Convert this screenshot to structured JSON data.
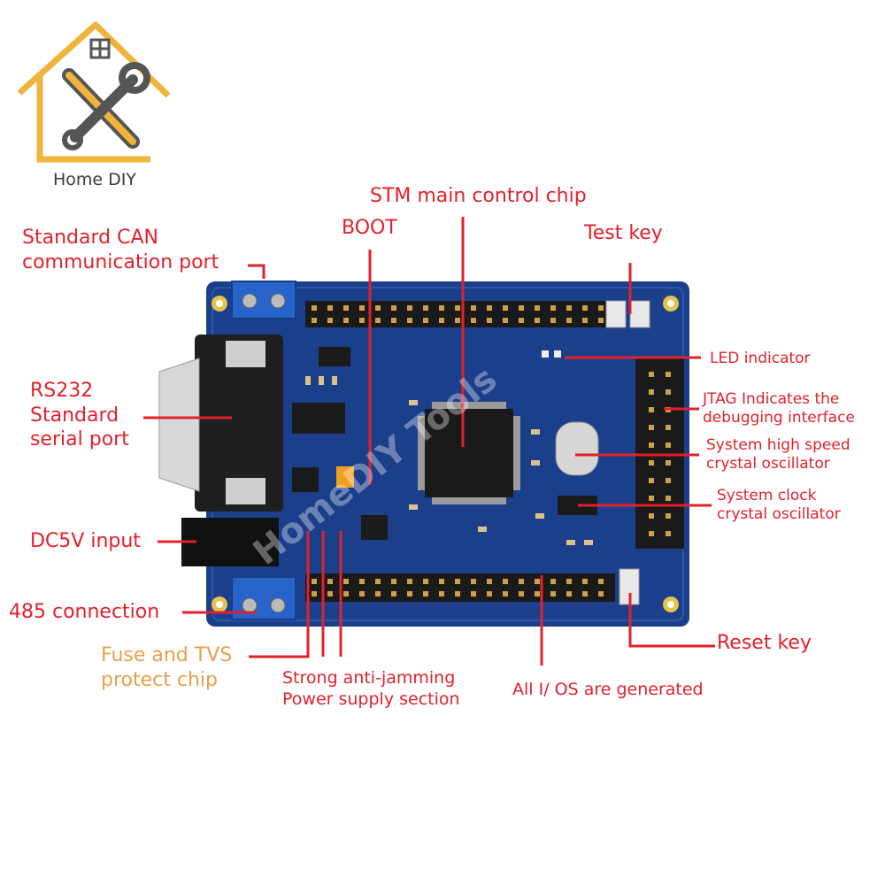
{
  "logo": {
    "text": "Home DIY",
    "icon": "house-tools-icon"
  },
  "watermark": "HomeDIY Tools",
  "labels": {
    "stm_chip": "STM main control chip",
    "boot": "BOOT",
    "test_key": "Test key",
    "can_line1": "Standard CAN",
    "can_line2": "communication port",
    "rs232_line1": "RS232",
    "rs232_line2": "Standard",
    "rs232_line3": "serial port",
    "dc5v": "DC5V input",
    "rs485": "485 connection",
    "fuse_line1": "Fuse and TVS",
    "fuse_line2": "protect chip",
    "antijam_line1": "Strong anti-jamming",
    "antijam_line2": "Power supply section",
    "all_io": "All I/ OS are generated",
    "reset_key": "Reset key",
    "led": "LED indicator",
    "jtag_line1": "JTAG Indicates the",
    "jtag_line2": "debugging interface",
    "hs_osc_line1": "System high speed",
    "hs_osc_line2": "crystal oscillator",
    "clk_osc_line1": "System clock",
    "clk_osc_line2": "crystal oscillator"
  },
  "colors": {
    "label_red": "#e3202b",
    "label_orange": "#e8a04a",
    "board_blue": "#1c3f8c",
    "logo_orange": "#f0b33c",
    "logo_gray": "#555555"
  }
}
